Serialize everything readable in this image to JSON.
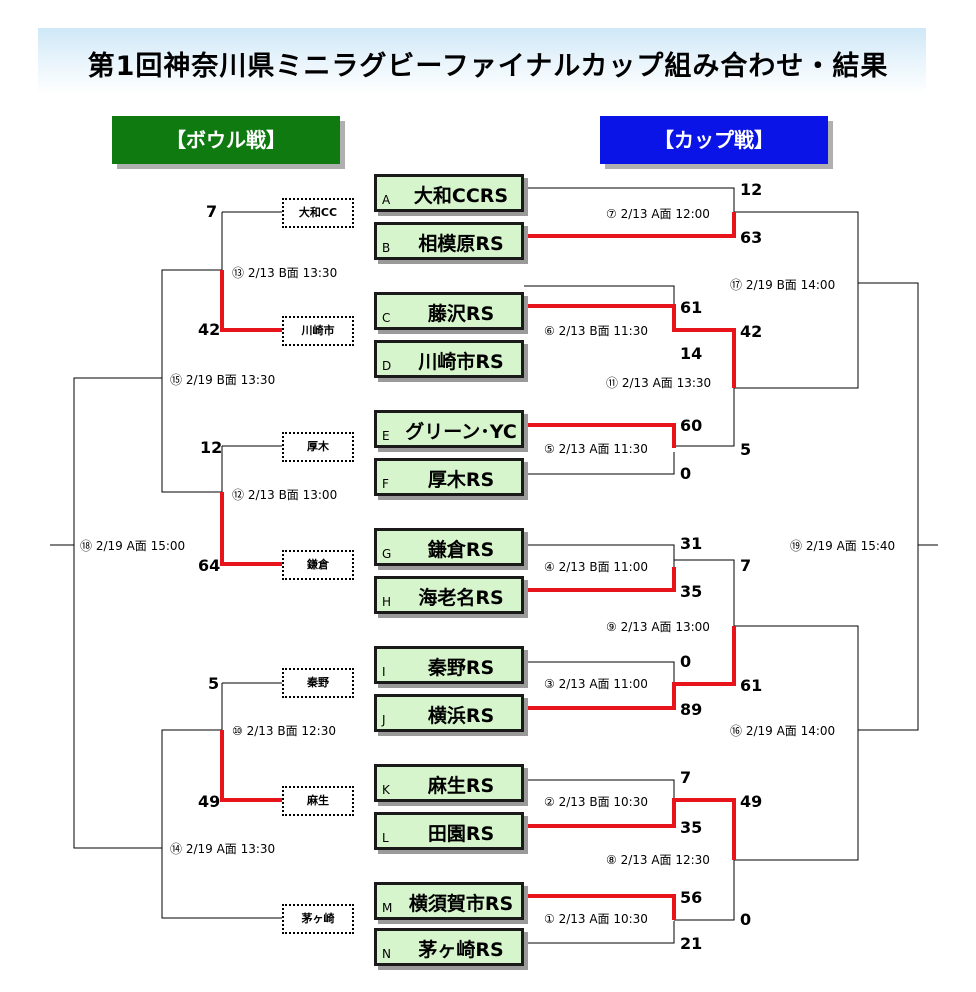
{
  "title": "第1回神奈川県ミニラグビーファイナルカップ組み合わせ・結果",
  "bowl_header": "【ボウル戦】",
  "cup_header": "【カップ戦】",
  "teams": [
    {
      "letter": "A",
      "name": "大和CCRS"
    },
    {
      "letter": "B",
      "name": "相模原RS"
    },
    {
      "letter": "C",
      "name": "藤沢RS"
    },
    {
      "letter": "D",
      "name": "川崎市RS"
    },
    {
      "letter": "E",
      "name": "グリーン･YC"
    },
    {
      "letter": "F",
      "name": "厚木RS"
    },
    {
      "letter": "G",
      "name": "鎌倉RS"
    },
    {
      "letter": "H",
      "name": "海老名RS"
    },
    {
      "letter": "I",
      "name": "秦野RS"
    },
    {
      "letter": "J",
      "name": "横浜RS"
    },
    {
      "letter": "K",
      "name": "麻生RS"
    },
    {
      "letter": "L",
      "name": "田園RS"
    },
    {
      "letter": "M",
      "name": "横須賀市RS"
    },
    {
      "letter": "N",
      "name": "茅ヶ崎RS"
    }
  ],
  "bowl_slots": [
    "大和CC",
    "川崎市",
    "厚木",
    "鎌倉",
    "秦野",
    "麻生",
    "茅ヶ崎"
  ],
  "matches": {
    "m1": "① 2/13 A面 10:30",
    "m2": "② 2/13 B面 10:30",
    "m3": "③ 2/13 A面 11:00",
    "m4": "④ 2/13 B面 11:00",
    "m5": "⑤ 2/13 A面 11:30",
    "m6": "⑥ 2/13 B面 11:30",
    "m7": "⑦ 2/13 A面 12:00",
    "m8": "⑧ 2/13 A面 12:30",
    "m9": "⑨ 2/13 A面 13:00",
    "m10": "⑩ 2/13 B面 12:30",
    "m11": "⑪ 2/13 A面 13:30",
    "m12": "⑫ 2/13 B面 13:00",
    "m13": "⑬ 2/13 B面 13:30",
    "m14": "⑭ 2/19 A面 13:30",
    "m15": "⑮ 2/19 B面 13:30",
    "m16": "⑯ 2/19 A面 14:00",
    "m17": "⑰ 2/19 B面 14:00",
    "m18": "⑱ 2/19 A面 15:00",
    "m19": "⑲ 2/19 A面 15:40"
  },
  "scores": {
    "a": "12",
    "b": "63",
    "c": "61",
    "d": "14",
    "e": "60",
    "f": "0",
    "g": "31",
    "h": "35",
    "i": "0",
    "j": "89",
    "k": "7",
    "l": "35",
    "m": "56",
    "n": "21",
    "r2_1": "42",
    "r2_2": "5",
    "r2_3": "7",
    "r2_4": "61",
    "r2_5": "49",
    "r2_6": "0",
    "bowl_1": "7",
    "bowl_2": "42",
    "bowl_3": "12",
    "bowl_4": "64",
    "bowl_5": "5",
    "bowl_6": "49"
  }
}
